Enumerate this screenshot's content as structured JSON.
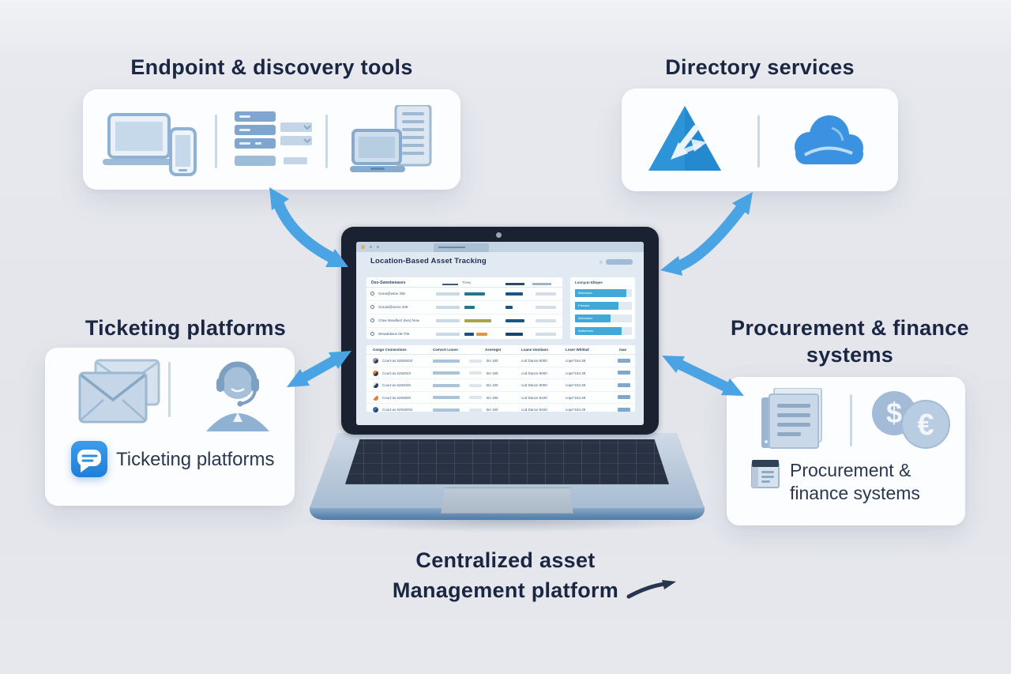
{
  "colors": {
    "accent_arrow_blue": "#4aa3e3",
    "title_navy": "#1b2742",
    "cyan_bar": "#41a8d8",
    "teal_bar": "#27768f",
    "olive_bar": "#a9a448",
    "orange_bar": "#e2944a",
    "navy_bar": "#1d5580",
    "azure_logo_blue": "#2e94d8",
    "cloud_blue": "#3b92e0",
    "app_icon_blue": "#2d8de4"
  },
  "labels": {
    "endpoint_title": "Endpoint & discovery tools",
    "directory_title": "Directory services",
    "ticketing_title": "Ticketing platforms",
    "procurement_title_line1": "Procurement & finance",
    "procurement_title_line2": "systems",
    "ticketing_app_label": "Ticketing platforms",
    "procurement_app_label_line1": "Procurement &",
    "procurement_app_label_line2": "finance systems",
    "bottom_caption_line1": "Centralized asset",
    "bottom_caption_line2": "Management platform"
  },
  "coin_glyphs": {
    "dollar": "$",
    "euro": "€"
  },
  "dashboard": {
    "title": "Location-Based Asset Tracking",
    "asset_panel": {
      "header": "Deo-Sweetweaves",
      "legend": "Treey",
      "rows": [
        {
          "name": "Gona@wtoe 306",
          "s1w": "26px",
          "s1c": "#27768f",
          "s2w": "0px",
          "s2c": "transparent",
          "s3w": "22px",
          "s3c": "#1d5580"
        },
        {
          "name": "Gonad@weos 306",
          "s1w": "13px",
          "s1c": "#27768f",
          "s2w": "0px",
          "s2c": "transparent",
          "s3w": "9px",
          "s3c": "#1d5580"
        },
        {
          "name": "Craw Wowtbe2 (two) Now",
          "s1w": "34px",
          "s1c": "#a9a448",
          "s2w": "0px",
          "s2c": "transparent",
          "s3w": "24px",
          "s3c": "#1d5580"
        },
        {
          "name": "Wowaldwos 06-706",
          "s1w": "12px",
          "s1c": "#1d4f7c",
          "s2w": "14px",
          "s2c": "#e2944a",
          "s3w": "22px",
          "s3c": "#17456e"
        }
      ]
    },
    "status_panel": {
      "header": "Lsonyun Elbqee",
      "bars": [
        {
          "label": "Betorsses",
          "width": "90%"
        },
        {
          "label": "Presses",
          "width": "76%"
        },
        {
          "label": "Mstrossen",
          "width": "62%"
        },
        {
          "label": "Batteresen",
          "width": "82%"
        }
      ]
    },
    "detail_table": {
      "headers": [
        "Congo Connections",
        "Coevort Lnooe",
        "Assenger",
        "Loans Unotiaon",
        "Loser Whitlad",
        "mae"
      ],
      "rows": [
        {
          "name": "Court-as 62936404",
          "qty": "BA 190",
          "date": "cod Dance 8000",
          "price": "cope*184.39",
          "icon_bg": "linear-gradient(135deg,#8b98ab 50%,#2e3d55 50%)"
        },
        {
          "name": "Court-as 6293043",
          "qty": "BA 190",
          "date": "cod Dance 8000",
          "price": "cope*184.39",
          "icon_bg": "linear-gradient(135deg,#e0813f 50%,#2e3d55 50%)"
        },
        {
          "name": "Court-as 6293045",
          "qty": "BA 190",
          "date": "cod Dance 8000",
          "price": "cope*184.39",
          "icon_bg": "linear-gradient(135deg,#dfe5ec 45%,#2e3d55 45%)"
        },
        {
          "name": "Court-as 6293600",
          "qty": "BA 195",
          "date": "cod Dance 8420",
          "price": "cope*184.39",
          "icon_bg": "linear-gradient(135deg,#ffffff 40%,#e0813f 40%)"
        },
        {
          "name": "Court-as 62936004",
          "qty": "BA 190",
          "date": "cod Dance 8420",
          "price": "cope*184.39",
          "icon_bg": "linear-gradient(135deg,#3a6fb0 55%,#2e3d55 55%)"
        }
      ]
    }
  }
}
